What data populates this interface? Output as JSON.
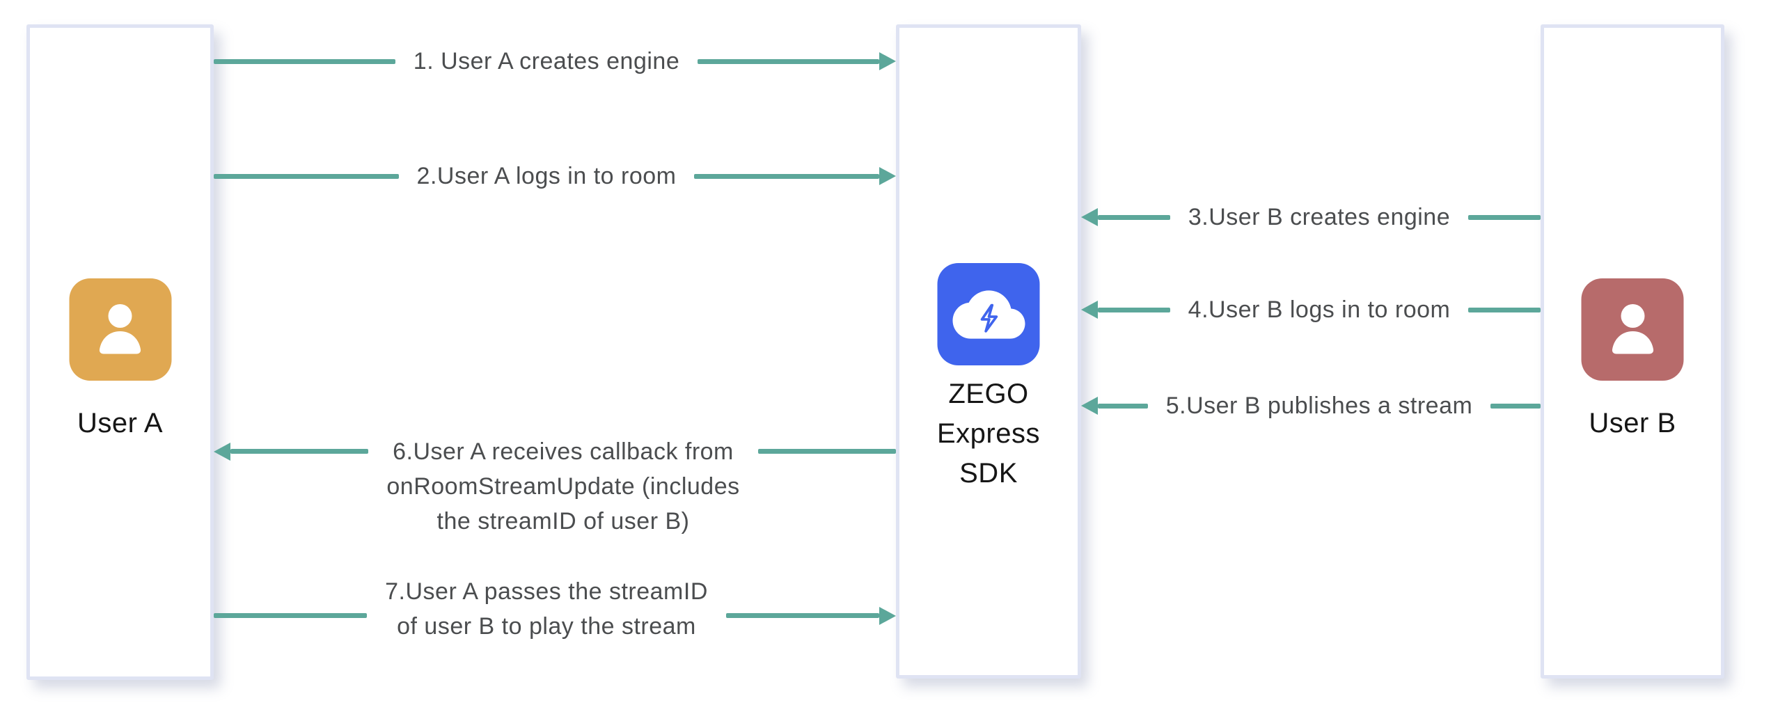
{
  "diagram": {
    "actors": [
      {
        "id": "user-a",
        "label": "User A",
        "icon": "person-icon",
        "icon_color": "#e0a852"
      },
      {
        "id": "zego-express-sdk",
        "label": "ZEGO\nExpress\nSDK",
        "icon": "cloud-lightning-icon",
        "icon_color": "#3f64ed"
      },
      {
        "id": "user-b",
        "label": "User B",
        "icon": "person-icon",
        "icon_color": "#b76b6b"
      }
    ],
    "arrows": [
      {
        "step": 1,
        "label": "1. User A creates engine",
        "from": "User A",
        "to": "ZEGO Express SDK",
        "direction": "right"
      },
      {
        "step": 2,
        "label": "2.User A logs in to room",
        "from": "User A",
        "to": "ZEGO Express SDK",
        "direction": "right"
      },
      {
        "step": 3,
        "label": "3.User B creates engine",
        "from": "User B",
        "to": "ZEGO Express SDK",
        "direction": "left"
      },
      {
        "step": 4,
        "label": "4.User B logs in to room",
        "from": "User B",
        "to": "ZEGO Express SDK",
        "direction": "left"
      },
      {
        "step": 5,
        "label": "5.User B publishes a stream",
        "from": "User B",
        "to": "ZEGO Express SDK",
        "direction": "left"
      },
      {
        "step": 6,
        "label": "6.User A receives callback from\nonRoomStreamUpdate (includes\nthe streamID of user B)",
        "from": "ZEGO Express SDK",
        "to": "User A",
        "direction": "left"
      },
      {
        "step": 7,
        "label": "7.User A passes the streamID\nof user B to play the stream",
        "from": "User A",
        "to": "ZEGO Express SDK",
        "direction": "right"
      }
    ],
    "colors": {
      "arrow": "#5ca79a",
      "box_border": "#dfe3f3",
      "arrow_label_text": "#4b4d4f",
      "actor_label_text": "#161616",
      "user_a_icon": "#e0a852",
      "sdk_icon": "#3f64ed",
      "user_b_icon": "#b76b6b"
    }
  }
}
